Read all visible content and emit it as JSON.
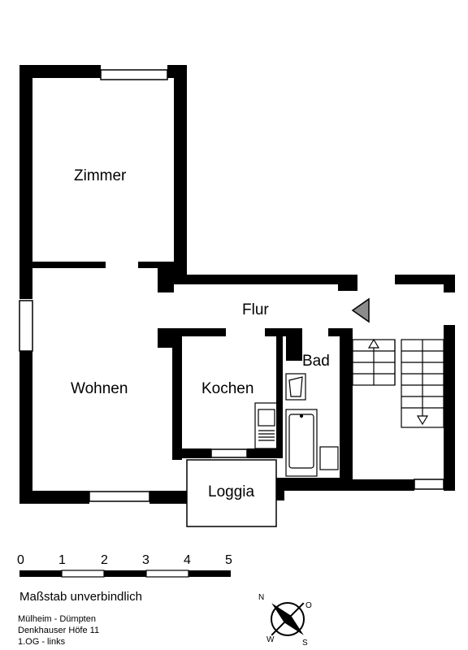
{
  "rooms": {
    "zimmer": "Zimmer",
    "wohnen": "Wohnen",
    "flur": "Flur",
    "kochen": "Kochen",
    "bad": "Bad",
    "loggia": "Loggia"
  },
  "scale_bar": {
    "ticks": [
      "0",
      "1",
      "2",
      "3",
      "4",
      "5"
    ],
    "note": "Maßstab unverbindlich"
  },
  "address": {
    "line1": "Mülheim - Dümpten",
    "line2": "Denkhauser Höfe 11",
    "line3": "1.OG - links"
  },
  "compass": {
    "n": "N",
    "o": "O",
    "s": "S",
    "w": "W"
  },
  "colors": {
    "wall": "#000000",
    "entry_marker": "#8c8c8c"
  }
}
